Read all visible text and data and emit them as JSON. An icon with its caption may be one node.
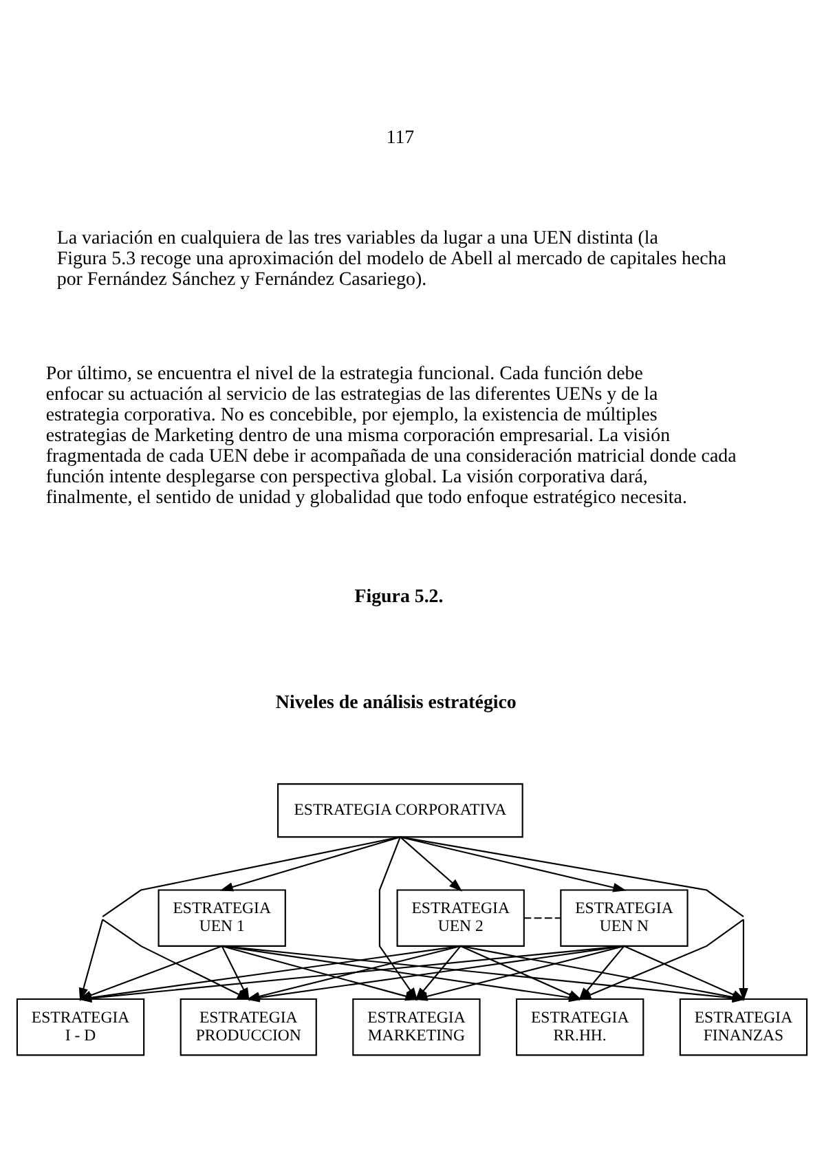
{
  "diagram": {
    "nodes": [
      {
        "text": [
          "ESTRATEGIA CORPORATIVA"
        ]
      },
      {
        "text": [
          "ESTRATEGIA UEN 1"
        ]
      },
      {
        "text": [
          "ESTRATEGIA UEN 2"
        ]
      },
      {
        "text": [
          "ESTRATEGIA UEN N"
        ]
      },
      {
        "text": [
          "ESTRATEGIA I - D"
        ]
      },
      {
        "text": [
          "ESTRATEGIA PRODUCCION"
        ]
      },
      {
        "text": [
          "ESTRATEGIA MARKETING"
        ]
      },
      {
        "text": [
          "ESTRATEGIA RR.HH."
        ]
      },
      {
        "text": [
          "ESTRATEGIA FINANZAS"
        ]
      }
    ],
    "edges": [
      {
        "from": 0,
        "to": 1,
        "arrow": "to"
      },
      {
        "from": 0,
        "to": 2,
        "arrow": "to"
      },
      {
        "from": 0,
        "to": 3,
        "arrow": "to"
      },
      {
        "from": 2,
        "to": 3,
        "arrow": "none",
        "style": "dashed"
      },
      {
        "from": 0,
        "to": 4,
        "arrow": "to"
      },
      {
        "from": 0,
        "to": 5,
        "arrow": "to"
      },
      {
        "from": 0,
        "to": 6,
        "arrow": "to"
      },
      {
        "from": 0,
        "to": 7,
        "arrow": "to"
      },
      {
        "from": 0,
        "to": 8,
        "arrow": "to"
      },
      {
        "from": 1,
        "to": 4,
        "arrow": "to"
      },
      {
        "from": 1,
        "to": 5,
        "arrow": "to"
      },
      {
        "from": 1,
        "to": 6,
        "arrow": "to"
      },
      {
        "from": 1,
        "to": 7,
        "arrow": "to"
      },
      {
        "from": 1,
        "to": 8,
        "arrow": "to"
      },
      {
        "from": 2,
        "to": 4,
        "arrow": "to"
      },
      {
        "from": 2,
        "to": 5,
        "arrow": "to"
      },
      {
        "from": 2,
        "to": 6,
        "arrow": "to"
      },
      {
        "from": 2,
        "to": 7,
        "arrow": "to"
      },
      {
        "from": 2,
        "to": 8,
        "arrow": "to"
      },
      {
        "from": 3,
        "to": 4,
        "arrow": "to"
      },
      {
        "from": 3,
        "to": 5,
        "arrow": "to"
      },
      {
        "from": 3,
        "to": 6,
        "arrow": "to"
      },
      {
        "from": 3,
        "to": 7,
        "arrow": "to"
      },
      {
        "from": 3,
        "to": 8,
        "arrow": "to"
      }
    ],
    "labels": [
      "117",
      "La variación en cualquiera de las tres variables da lugar a una UEN distinta (la Figura 5.3 recoge una aproximación del modelo de Abell al mercado de capitales hecha por Fernández Sánchez y Fernández Casariego).",
      "Por último, se encuentra el nivel de la estrategia funcional. Cada función debe enfocar su actuación al servicio de las estrategias de las diferentes UENs y de la estrategia corporativa. No es concebible, por ejemplo, la existencia de múltiples estrategias de Marketing dentro de una misma corporación empresarial. La visión fragmentada de cada UEN debe ir acompañada de una consideración matricial donde cada función intente desplegarse con perspectiva global. La visión corporativa dará, finalmente, el sentido de unidad y globalidad que todo enfoque estratégico necesita.",
      "Figura 5.2.",
      "Niveles de análisis estratégico"
    ]
  }
}
